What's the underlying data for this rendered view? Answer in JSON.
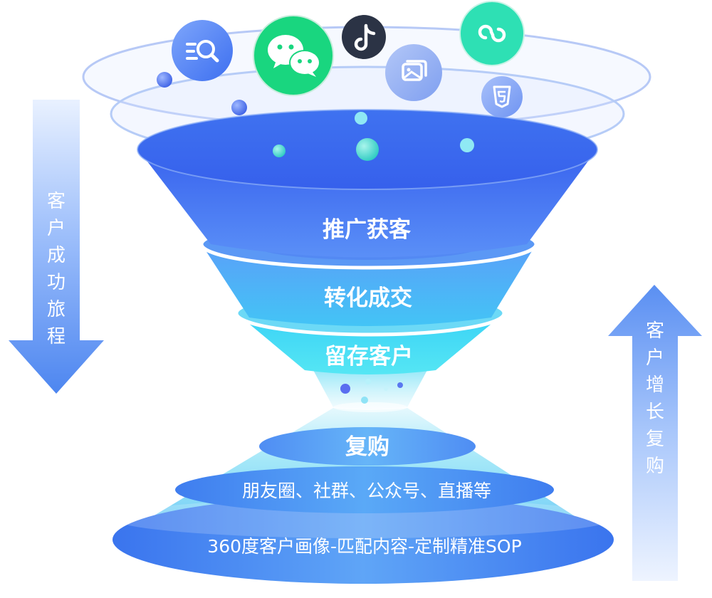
{
  "left_arrow": {
    "chars": [
      "客",
      "户",
      "成",
      "功",
      "旅",
      "程"
    ]
  },
  "right_arrow": {
    "chars": [
      "客",
      "户",
      "增",
      "长",
      "复",
      "购"
    ]
  },
  "funnel": {
    "stages": [
      "推广获客",
      "转化成交",
      "留存客户"
    ]
  },
  "cone": {
    "layers": [
      "复购",
      "朋友圈、社群、公众号、直播等",
      "360度客户画像-匹配内容-定制精准SOP"
    ]
  },
  "channel_icons": [
    {
      "name": "search-doc-icon"
    },
    {
      "name": "wechat-icon"
    },
    {
      "name": "tiktok-icon"
    },
    {
      "name": "image-gallery-icon"
    },
    {
      "name": "mini-program-icon"
    },
    {
      "name": "html5-icon"
    }
  ],
  "colors": {
    "funnel_top": "#3d6cf0",
    "funnel_mid": "#4fa8f7",
    "funnel_low": "#36d6f5",
    "cone_base": "#4a86f2",
    "wechat": "#19d67f",
    "mini_program": "#2ee0b4",
    "tiktok": "#2b3345",
    "arrow": "#5b93f2"
  }
}
